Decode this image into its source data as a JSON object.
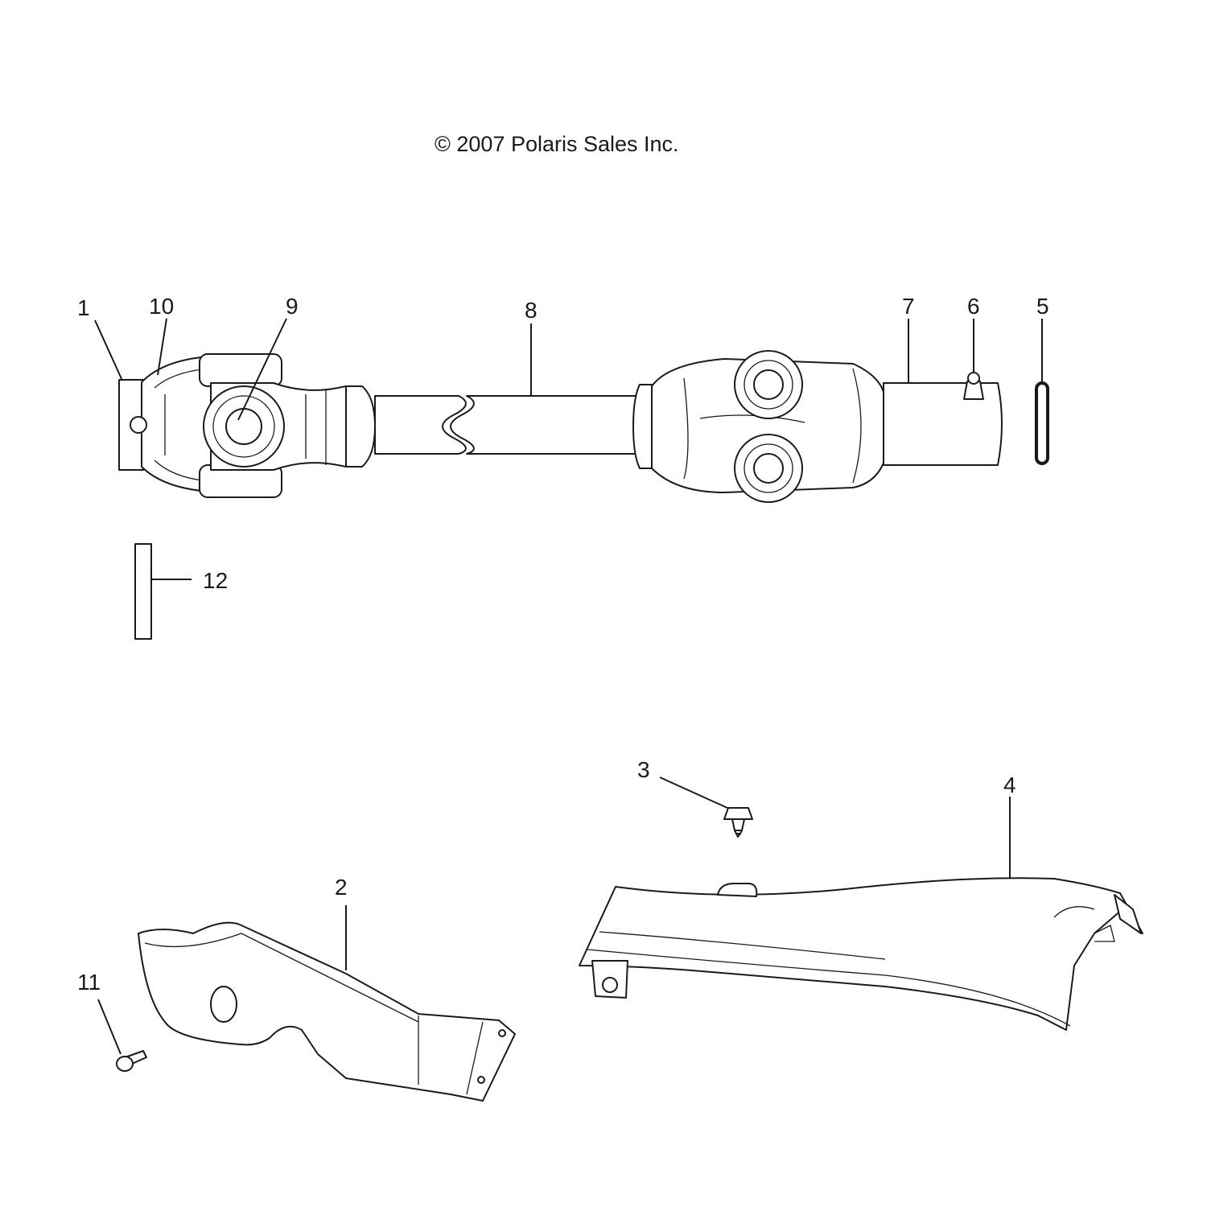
{
  "copyright": "© 2007 Polaris Sales Inc.",
  "callouts": {
    "c1": "1",
    "c2": "2",
    "c3": "3",
    "c4": "4",
    "c5": "5",
    "c6": "6",
    "c7": "7",
    "c8": "8",
    "c9": "9",
    "c10": "10",
    "c11": "11",
    "c12": "12"
  },
  "colors": {
    "line": "#1a1a1a",
    "background": "#ffffff"
  }
}
